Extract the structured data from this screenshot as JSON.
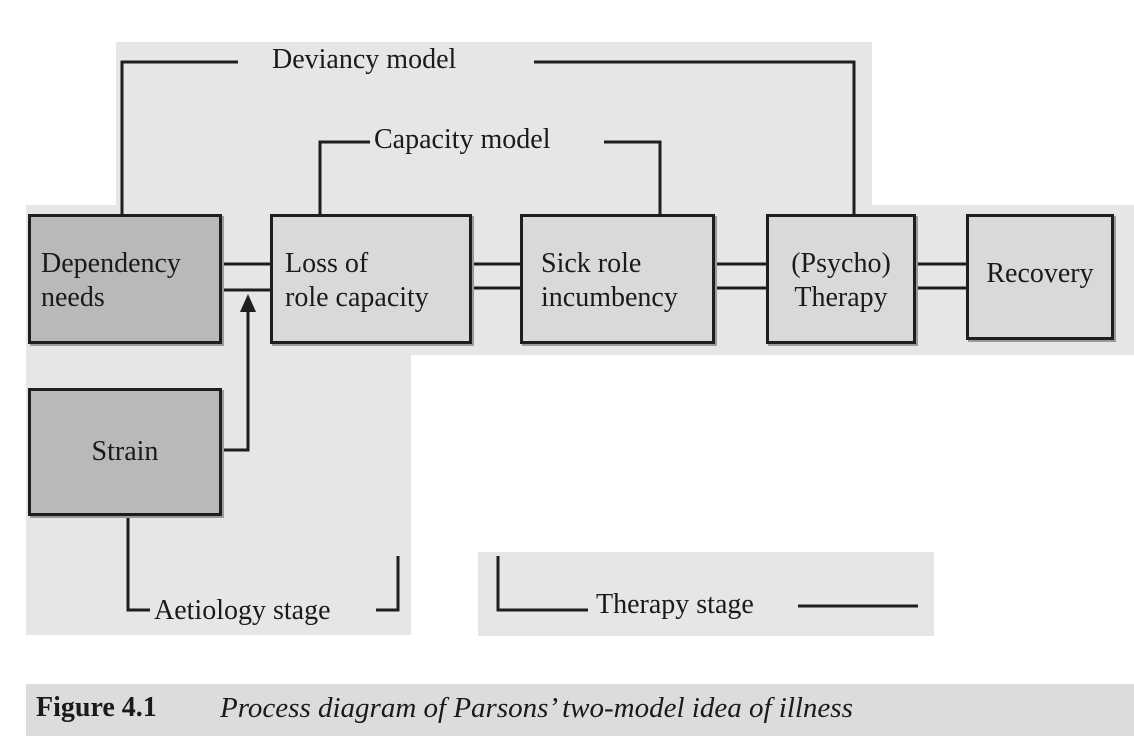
{
  "diagram": {
    "boxes": {
      "dependency": "Dependency\nneeds",
      "loss": "Loss of\nrole capacity",
      "sick": "Sick role\nincumbency",
      "therapy": "(Psycho)\nTherapy",
      "recovery": "Recovery",
      "strain": "Strain"
    },
    "models": {
      "deviancy": "Deviancy model",
      "capacity": "Capacity model"
    },
    "stages": {
      "aetiology": "Aetiology stage",
      "therapy": "Therapy stage"
    }
  },
  "caption": {
    "number": "Figure 4.1",
    "text": "Process diagram of Parsons’ two-model idea of illness"
  }
}
